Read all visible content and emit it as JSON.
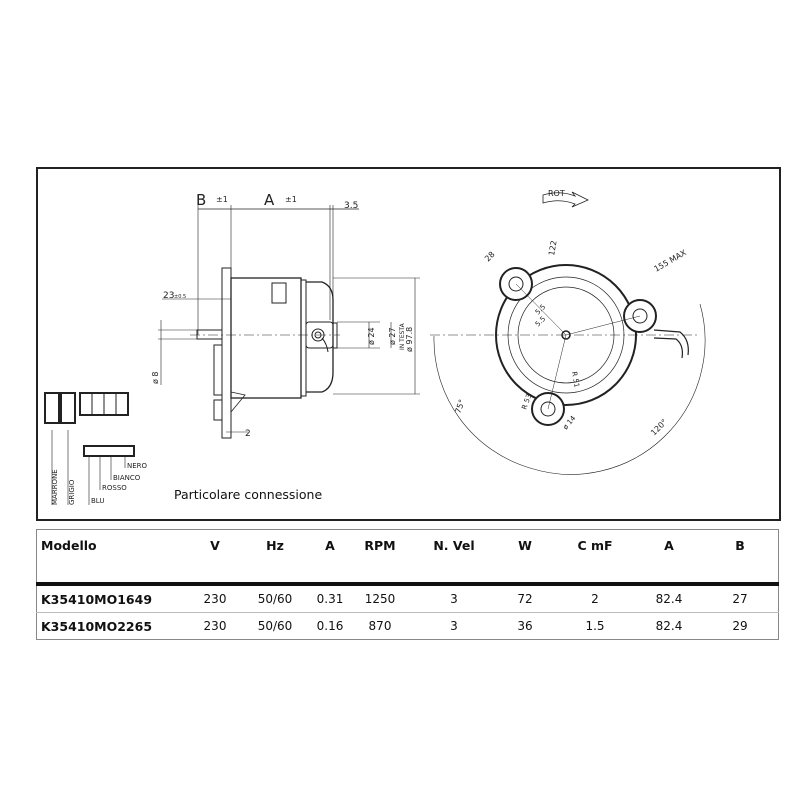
{
  "drawing": {
    "side_view": {
      "dimension_labels": {
        "B": "B",
        "B_tol": "±1",
        "A": "A",
        "A_tol": "±1",
        "d_3_5": "3.5",
        "d_23": "23",
        "d_23_tol": "±0.5",
        "d_2": "2",
        "dia_8": "ø 8",
        "dia_24": "ø 24",
        "dia_27": "ø 27",
        "in_testa": "IN TESTA",
        "dia_97_8": "ø 97.8"
      }
    },
    "front_view": {
      "rotation_label": "ROT",
      "dimension_labels": {
        "d_28": "28",
        "d_122": "122",
        "d_155_max": "155 MAX",
        "d_5_5_a": "5.5",
        "d_5_5_b": "5.5",
        "r_51": "R 51",
        "r_53": "R 53",
        "dia_14": "ø 14",
        "angle_75": "75°",
        "angle_120": "120°"
      }
    },
    "connection_detail": {
      "caption": "Particolare connessione",
      "wire_labels": [
        "MARRONE",
        "GRIGIO",
        "BLU",
        "ROSSO",
        "BIANCO",
        "NERO"
      ]
    }
  },
  "table": {
    "headers": [
      "Modello",
      "V",
      "Hz",
      "A",
      "RPM",
      "N. Vel",
      "W",
      "C mF",
      "A",
      "B"
    ],
    "rows": [
      [
        "K35410MO1649",
        "230",
        "50/60",
        "0.31",
        "1250",
        "3",
        "72",
        "2",
        "82.4",
        "27"
      ],
      [
        "K35410MO2265",
        "230",
        "50/60",
        "0.16",
        "870",
        "3",
        "36",
        "1.5",
        "82.4",
        "29"
      ]
    ]
  }
}
